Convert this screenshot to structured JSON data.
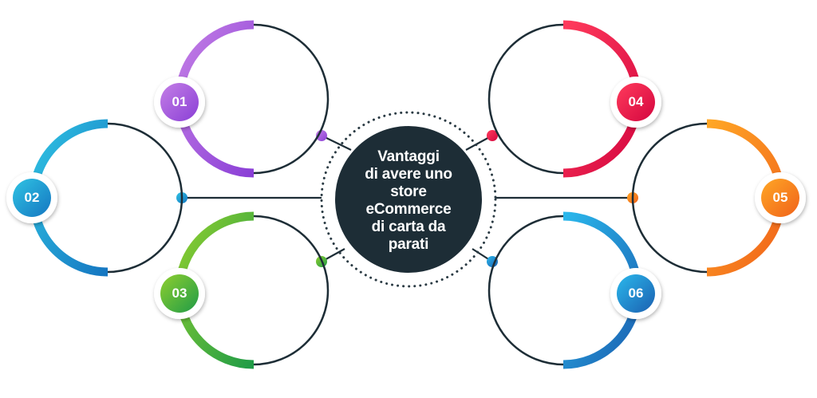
{
  "center": {
    "title": "Vantaggi\ndi avere uno\nstore\neCommerce\ndi carta da\nparati",
    "background": "#1d2d36"
  },
  "items": [
    {
      "number": "01",
      "color_from": "#c47fe6",
      "color_to": "#8a3fd6"
    },
    {
      "number": "02",
      "color_from": "#2fc3e3",
      "color_to": "#1576c1"
    },
    {
      "number": "03",
      "color_from": "#8fcf2f",
      "color_to": "#1f9b47"
    },
    {
      "number": "04",
      "color_from": "#ff3b5c",
      "color_to": "#d4063f"
    },
    {
      "number": "05",
      "color_from": "#ffa726",
      "color_to": "#f0621a"
    },
    {
      "number": "06",
      "color_from": "#2ab8ec",
      "color_to": "#1b5fb0"
    }
  ],
  "line_color": "#1d2d36"
}
